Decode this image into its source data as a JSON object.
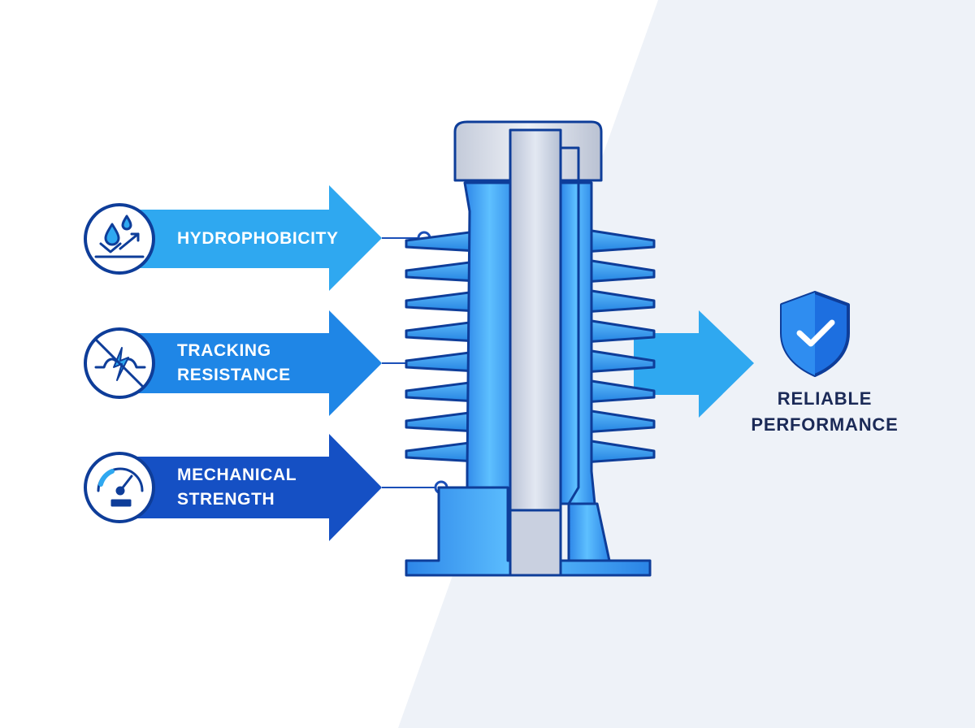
{
  "diagram": {
    "features": [
      {
        "id": "hydrophobicity",
        "lines": [
          "HYDROPHOBICITY"
        ],
        "icon": "water-drops-icon"
      },
      {
        "id": "tracking-resistance",
        "lines": [
          "TRACKING",
          "RESISTANCE"
        ],
        "icon": "no-arc-icon"
      },
      {
        "id": "mechanical-strength",
        "lines": [
          "MECHANICAL",
          "STRENGTH"
        ],
        "icon": "gauge-icon"
      }
    ],
    "result": {
      "lines": [
        "RELIABLE",
        "PERFORMANCE"
      ],
      "icon": "shield-check-icon"
    },
    "colors": {
      "arrow_light": "#2fa8f0",
      "arrow_mid": "#1f86e6",
      "arrow_dark": "#1550c4",
      "outline": "#0e3d99",
      "insulator_blue": "#2a8ee8",
      "core_gray": "#c9d0e0",
      "shield": "#1d6fe0"
    }
  }
}
